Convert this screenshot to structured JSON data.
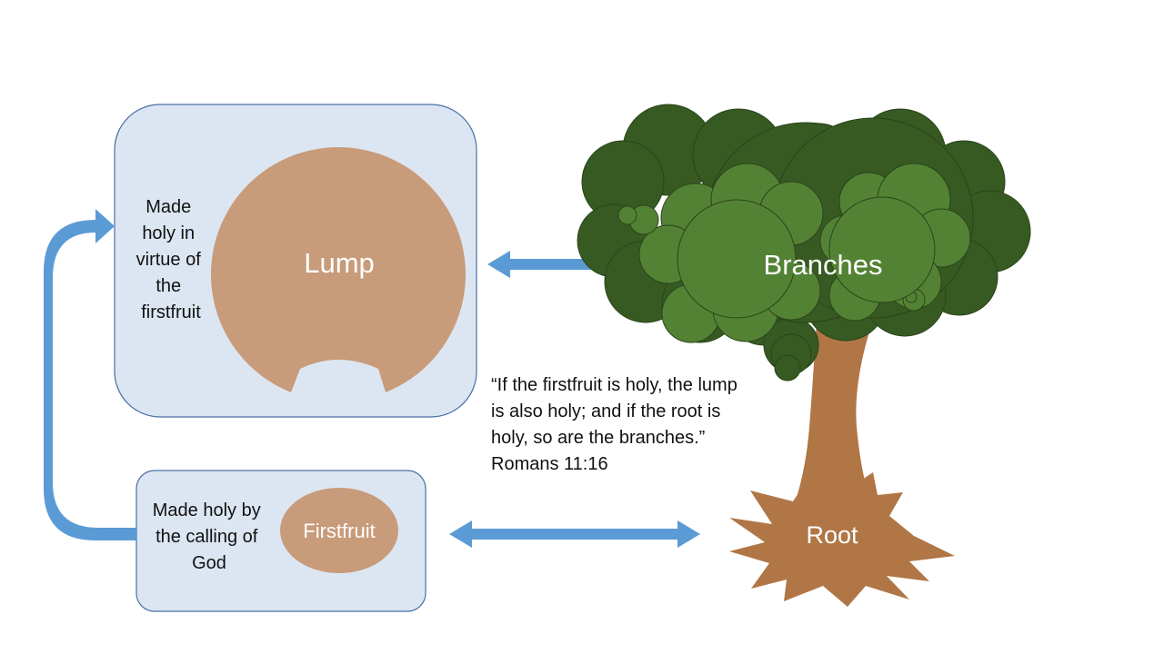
{
  "lump_box": {
    "caption_lines": [
      "Made",
      "holy in",
      "virtue of",
      "the",
      "firstfruit"
    ],
    "circle_label": "Lump"
  },
  "firstfruit_box": {
    "caption_lines": [
      "Made holy by",
      "the calling of",
      "God"
    ],
    "oval_label": "Firstfruit"
  },
  "tree": {
    "branches_label": "Branches",
    "root_label": "Root"
  },
  "quote": "“If the firstfruit is holy, the lump is also holy; and if the root is holy, so are the branches.” Romans 11:16",
  "colors": {
    "box_fill": "#dce6f2",
    "box_stroke": "#4a6fa5",
    "dough": "#c89b7a",
    "arrow": "#5b9bd5",
    "trunk": "#b07645",
    "leaf_dark": "#375a23",
    "leaf_light": "#548235"
  }
}
